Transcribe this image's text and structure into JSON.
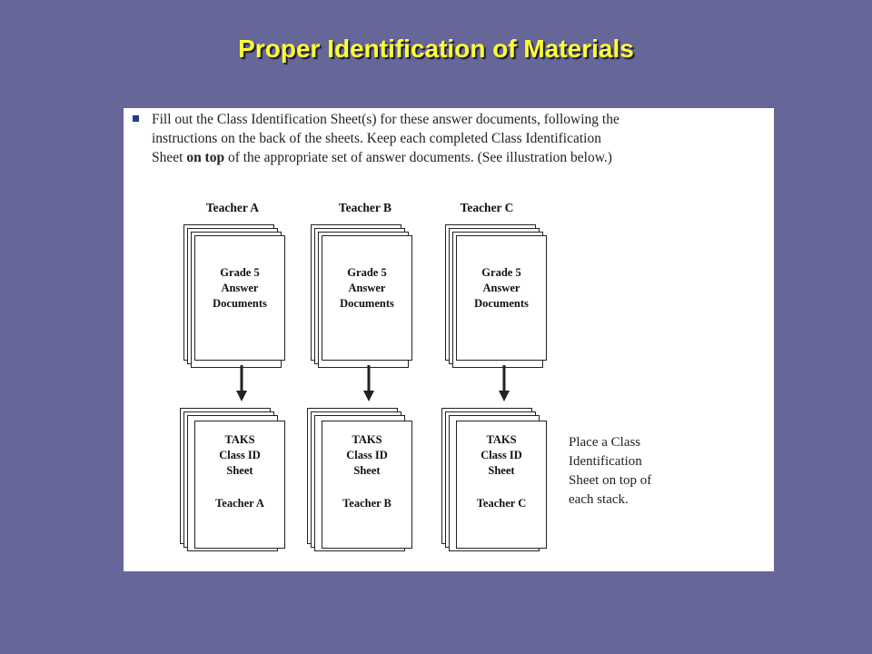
{
  "title": "Proper Identification of Materials",
  "instruction": {
    "line1": "Fill out the Class Identification Sheet(s) for these answer documents, following the",
    "line2": "instructions on the back of the sheets. Keep each completed Class Identification",
    "line3_a": "Sheet ",
    "line3_bold": "on top",
    "line3_b": " of the appropriate set of answer documents. (See illustration below.)"
  },
  "columns": [
    {
      "teacher_label": "Teacher A",
      "docs": {
        "line1": "Grade 5",
        "line2": "Answer",
        "line3": "Documents"
      },
      "sheet": {
        "line1": "TAKS",
        "line2": "Class ID",
        "line3": "Sheet",
        "teacher": "Teacher A"
      }
    },
    {
      "teacher_label": "Teacher B",
      "docs": {
        "line1": "Grade 5",
        "line2": "Answer",
        "line3": "Documents"
      },
      "sheet": {
        "line1": "TAKS",
        "line2": "Class ID",
        "line3": "Sheet",
        "teacher": "Teacher B"
      }
    },
    {
      "teacher_label": "Teacher C",
      "docs": {
        "line1": "Grade 5",
        "line2": "Answer",
        "line3": "Documents"
      },
      "sheet": {
        "line1": "TAKS",
        "line2": "Class ID",
        "line3": "Sheet",
        "teacher": "Teacher C"
      }
    }
  ],
  "note": {
    "line1": "Place a Class",
    "line2": "Identification",
    "line3": "Sheet on top of",
    "line4": "each stack."
  },
  "colors": {
    "background": "#666699",
    "title": "#ffff33",
    "bullet": "#1f3d8a"
  }
}
